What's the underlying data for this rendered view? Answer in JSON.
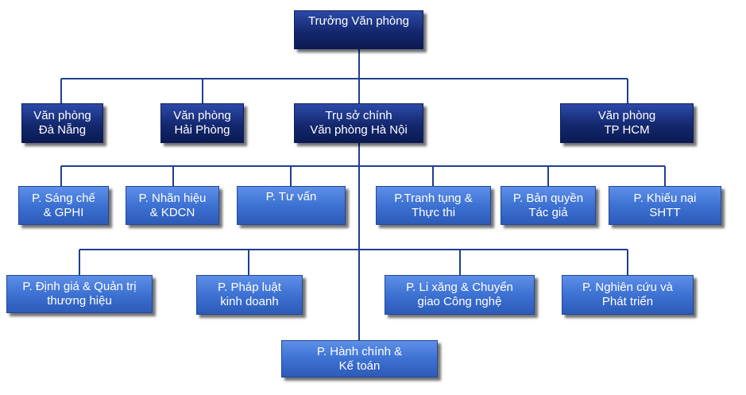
{
  "chart": {
    "head": "Trưởng Văn phòng",
    "branches": {
      "da_nang": "Văn phòng\nĐà Nẵng",
      "hai_phong": "Văn phòng\nHải Phòng",
      "ha_noi": "Trụ sở chính\nVăn phòng Hà Nội",
      "hcm": "Văn phòng\nTP HCM"
    },
    "departments_row1": [
      "P. Sáng chế\n& GPHI",
      "P. Nhãn hiệu\n& KDCN",
      "P. Tư vấn",
      "P.Tranh tụng &\nThực thi",
      "P. Bản quyền\nTác giả",
      "P. Khiếu nại\nSHTT"
    ],
    "departments_row2": [
      "P. Định giá & Quản trị\nthương hiệu",
      "P. Pháp luật\nkinh doanh",
      "P. Li xăng & Chuyển\ngiao Công nghệ",
      "P. Nghiên cứu và\nPhát triển"
    ],
    "department_bottom": "P. Hành chính &\nKế toán"
  }
}
